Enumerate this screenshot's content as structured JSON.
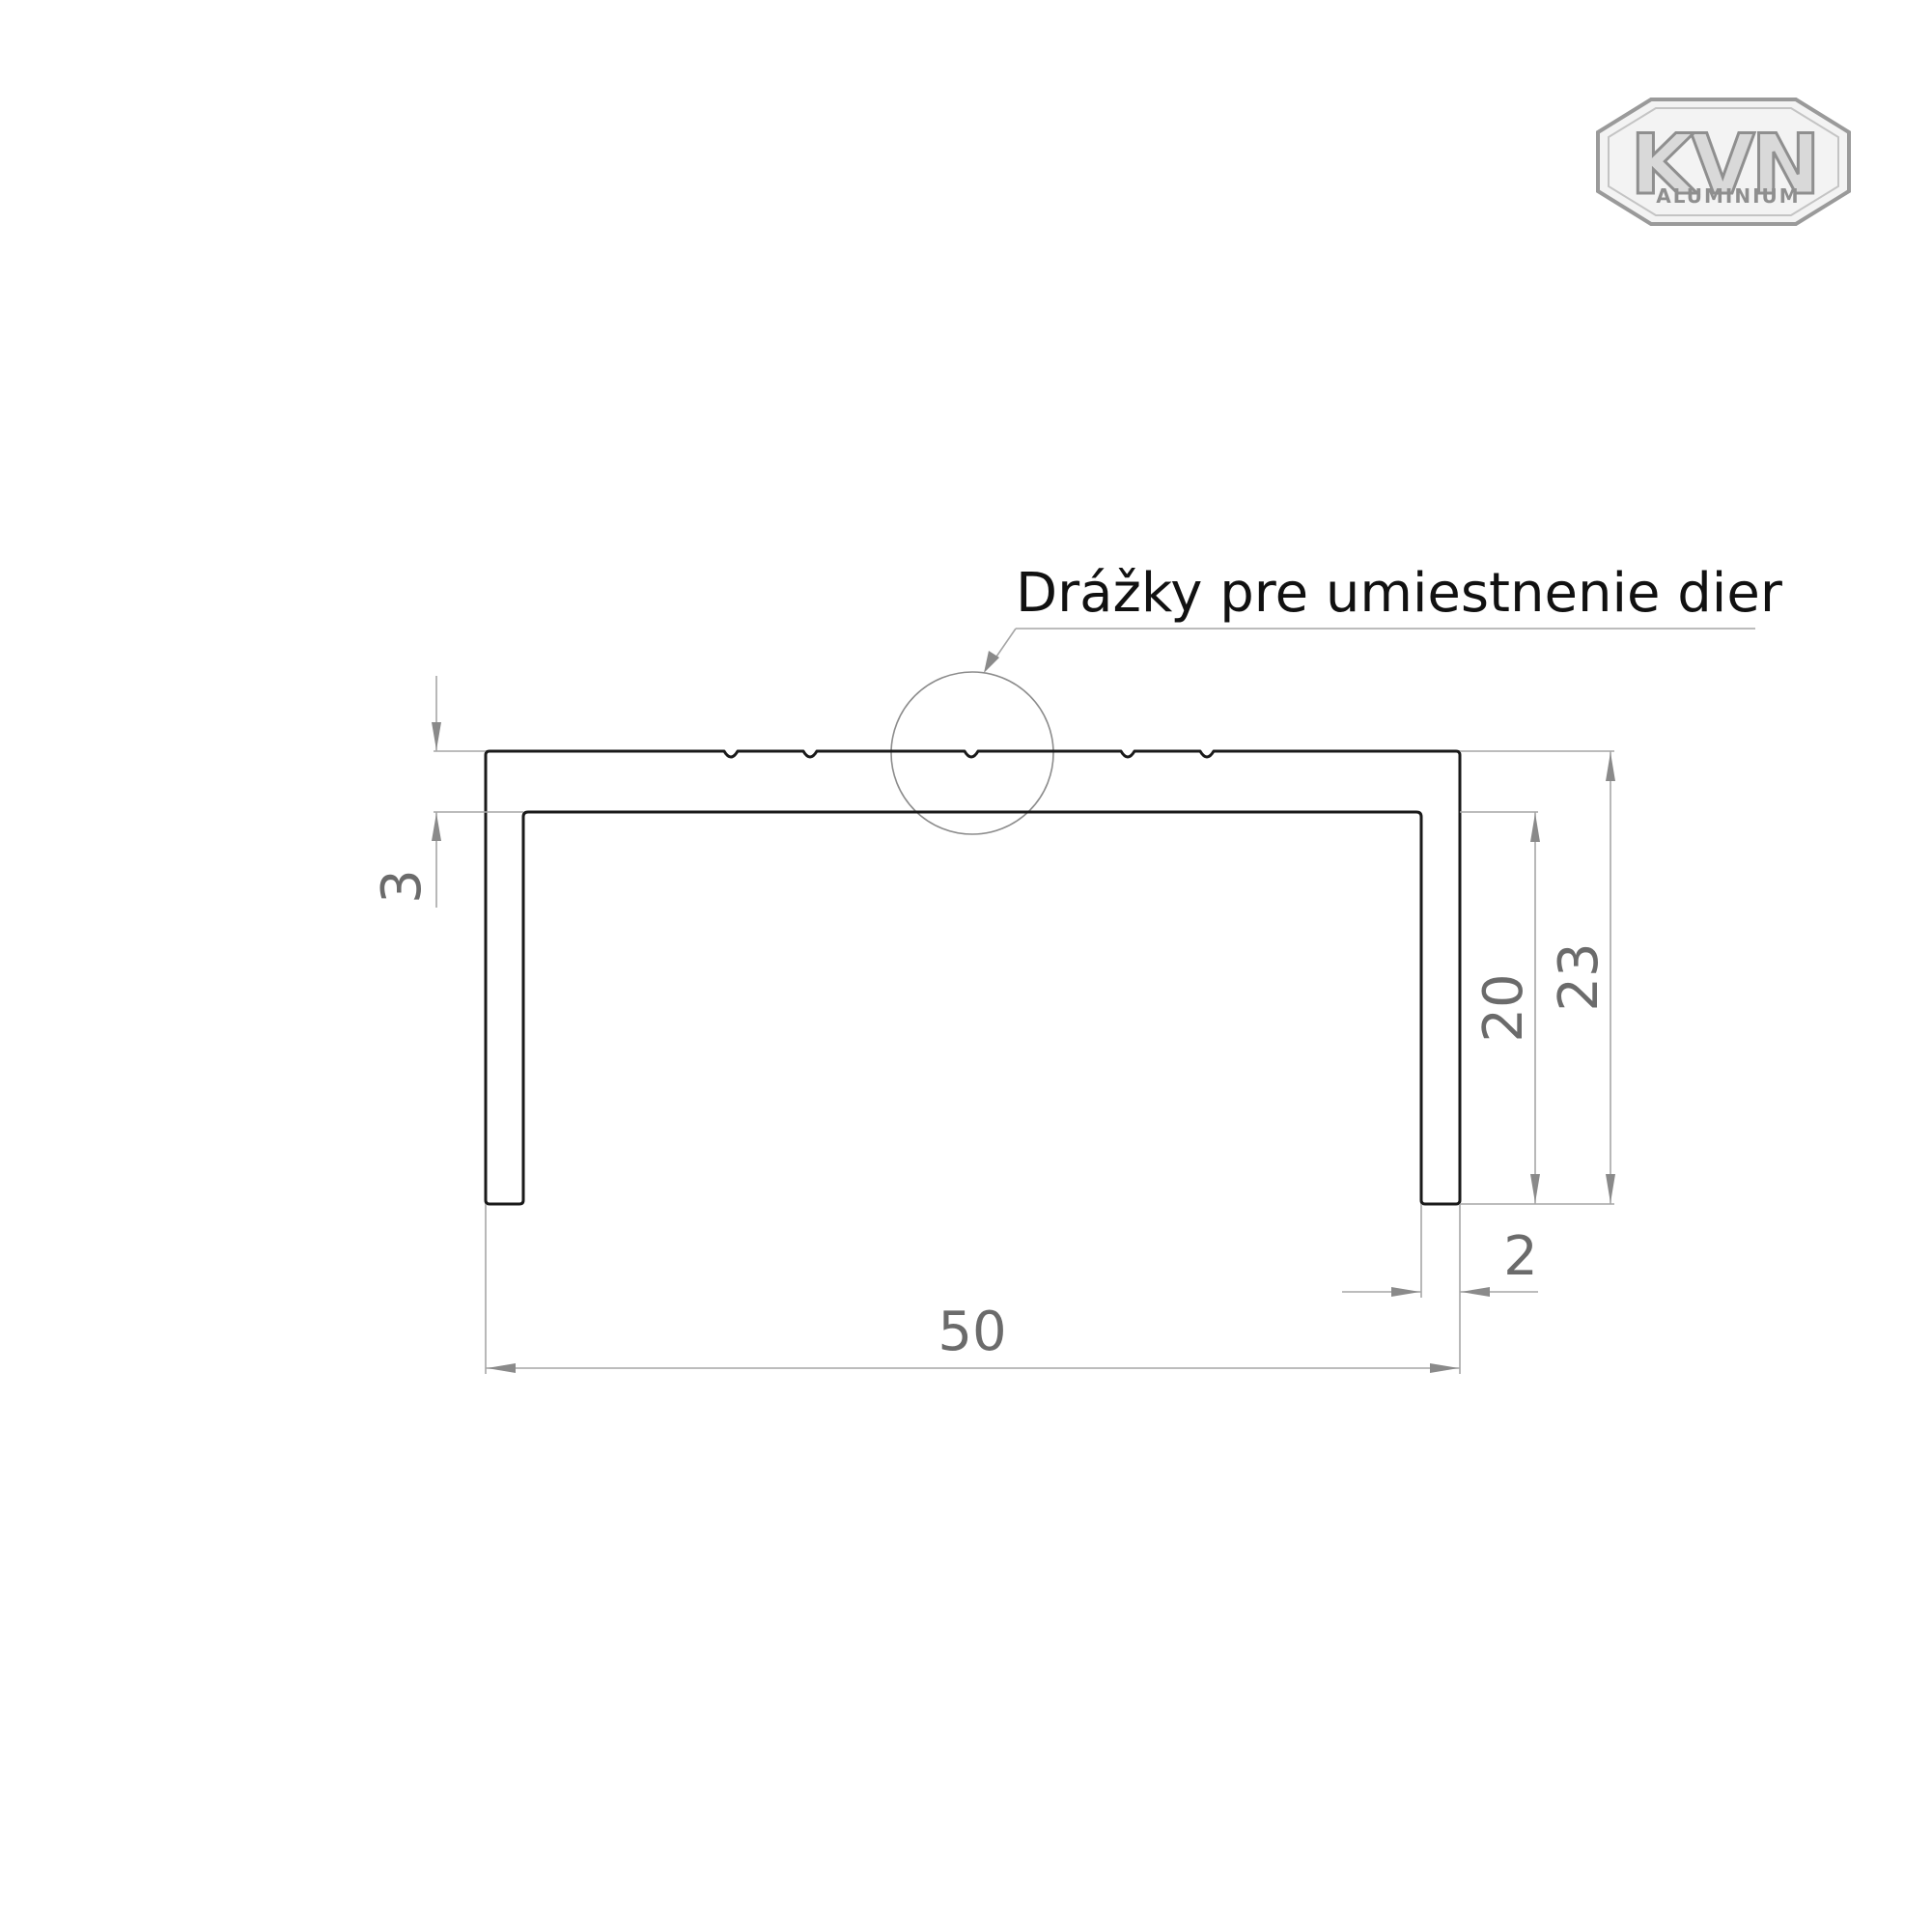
{
  "logo": {
    "brand": "KVN",
    "subtitle": "ALUMINIUM"
  },
  "callout": {
    "text": "Drážky pre umiestnenie dier"
  },
  "dimensions": {
    "flange_thickness": "3",
    "inner_height": "20",
    "total_height": "23",
    "wall_thickness": "2",
    "total_width": "50"
  },
  "colors": {
    "profile_stroke": "#1a1a1a",
    "dimension_gray": "#a6a6a6",
    "dimension_text": "#6b6b6b"
  }
}
